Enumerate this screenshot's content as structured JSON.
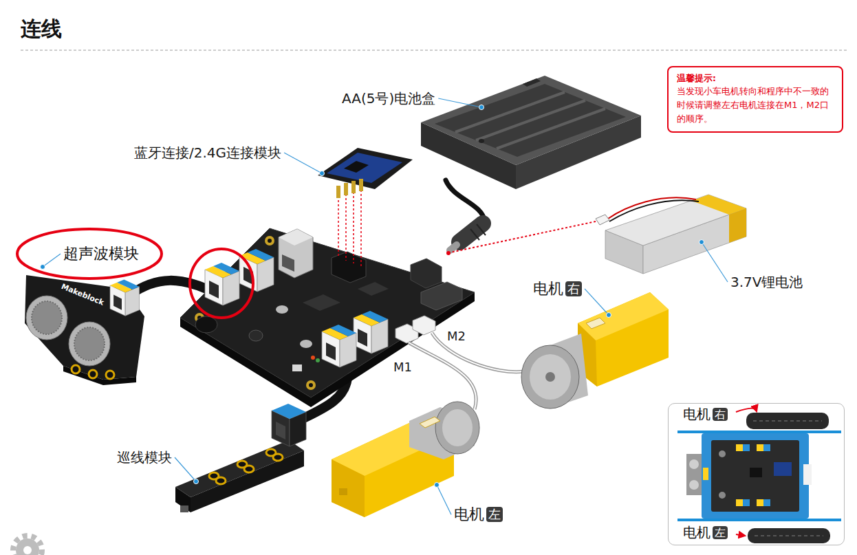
{
  "diagram": {
    "title": "连线",
    "nodes": [
      {
        "text": [
          "温馨提示:",
          "当发现小车电机转向和程序中不一致的 时候请调整左右电机连接在M1，M2口 的顺序。"
        ]
      },
      {
        "text": [
          "超声波模块"
        ]
      },
      {
        "text": [
          "电机",
          "右",
          "电机",
          "左"
        ]
      }
    ],
    "labels": [
      "AA(5号)电池盒",
      "蓝牙连接/2.4G连接模块",
      "Makeblock",
      "电机",
      "右",
      "3.7V锂电池",
      "M2",
      "M1",
      "巡线模块",
      "电机",
      "左"
    ]
  }
}
